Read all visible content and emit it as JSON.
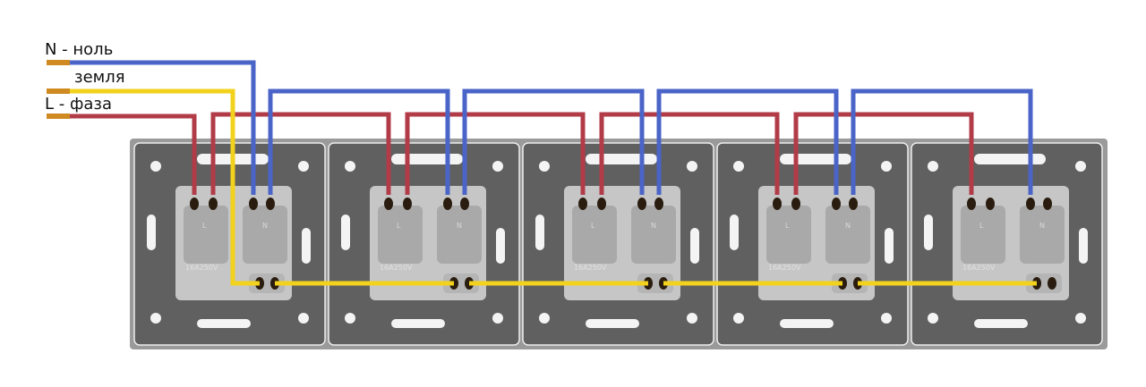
{
  "labels": {
    "neutral": "N - ноль",
    "ground": "земля",
    "phase": "L - фаза"
  },
  "module": {
    "rating": "16A250V",
    "l_mark": "L",
    "n_mark": "N"
  },
  "module_count": 5,
  "colors": {
    "phase": "#b23b48",
    "neutral": "#4a64c8",
    "ground": "#f2d21c",
    "frame": "#606060",
    "plate": "#c6c6c6",
    "terminal": "#2a1d10"
  }
}
